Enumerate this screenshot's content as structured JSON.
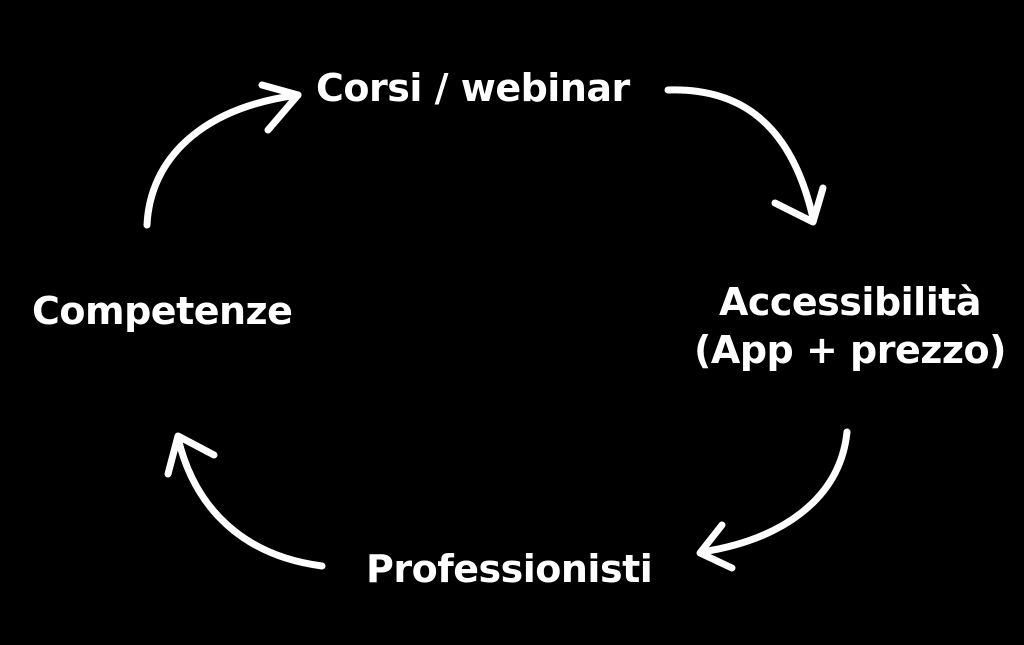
{
  "colors": {
    "background": "#000000",
    "foreground": "#ffffff"
  },
  "cycle": {
    "nodes": {
      "top": {
        "label": "Corsi / webinar"
      },
      "right": {
        "line1": "Accessibilità",
        "line2": "(App + prezzo)"
      },
      "bottom": {
        "label": "Professionisti"
      },
      "left": {
        "label": "Competenze"
      }
    },
    "arrows": [
      {
        "from": "left",
        "to": "top",
        "icon": "curved-arrow-icon"
      },
      {
        "from": "top",
        "to": "right",
        "icon": "curved-arrow-icon"
      },
      {
        "from": "right",
        "to": "bottom",
        "icon": "curved-arrow-icon"
      },
      {
        "from": "bottom",
        "to": "left",
        "icon": "curved-arrow-icon"
      }
    ]
  }
}
